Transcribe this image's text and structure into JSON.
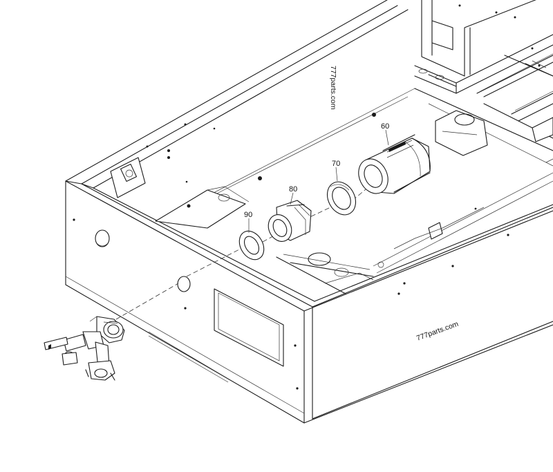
{
  "diagram": {
    "callouts": [
      {
        "id": "p60",
        "label": "60"
      },
      {
        "id": "p70",
        "label": "70"
      },
      {
        "id": "p80",
        "label": "80"
      },
      {
        "id": "p90",
        "label": "90"
      }
    ],
    "watermarks": [
      {
        "id": "wm1",
        "text": "777parts.com"
      },
      {
        "id": "wm2",
        "text": "777parts.com"
      }
    ]
  }
}
